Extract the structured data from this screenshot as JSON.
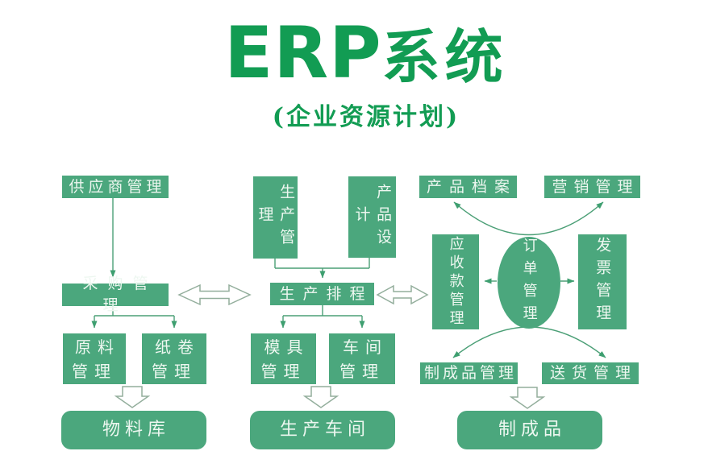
{
  "title": {
    "en": "ERP",
    "cn": "系统",
    "full": "ERP系统",
    "subtitle": "(企业资源计划)"
  },
  "nodes": {
    "supplier_mgmt": "供应商管理",
    "purchasing_mgmt": "采购管理",
    "raw_material_mgmt": "原料\n管理",
    "paper_roll_mgmt": "纸卷\n管理",
    "materials_warehouse": "物料库",
    "production_mgmt": "生产管理",
    "product_design": "产品设计",
    "production_scheduling": "生产排程",
    "mold_mgmt": "模具\n管理",
    "workshop_mgmt": "车间\n管理",
    "production_workshop": "生产车间",
    "product_archives": "产品档案",
    "marketing_mgmt": "营销管理",
    "receivables_mgmt": "应收款管理",
    "order_mgmt": "订单管理",
    "invoice_mgmt": "发票管理",
    "finished_product_mgmt": "制成品管理",
    "delivery_mgmt": "送货管理",
    "finished_products": "制成品"
  },
  "colors": {
    "box_green": "#4BA77D",
    "title_green": "#129C53",
    "connector_green": "#4B9F76",
    "arrowhead_green": "#3E9F70",
    "hollow_outline": "#93AE9C",
    "box_text": "#EDF7F0",
    "background": "#FFFFFF"
  }
}
